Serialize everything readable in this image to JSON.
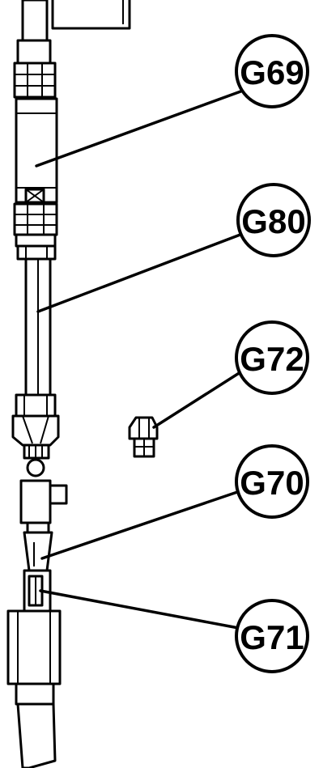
{
  "diagram": {
    "callouts": [
      {
        "id": "g69",
        "label": "G69"
      },
      {
        "id": "g80",
        "label": "G80"
      },
      {
        "id": "g72",
        "label": "G72"
      },
      {
        "id": "g70",
        "label": "G70"
      },
      {
        "id": "g71",
        "label": "G71"
      }
    ]
  }
}
